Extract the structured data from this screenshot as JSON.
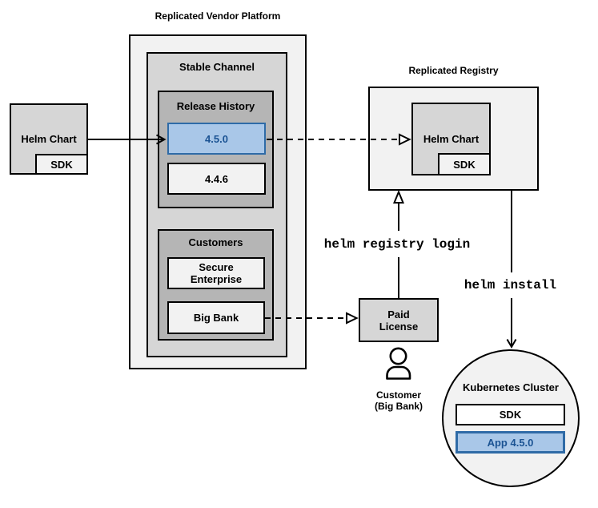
{
  "colors": {
    "light_gray": "#f2f2f2",
    "mid_gray": "#d6d6d6",
    "dark_gray": "#b5b5b5",
    "blue_fill": "#a9c7e8",
    "blue_border": "#2f6ba7",
    "blue_text": "#1b5393",
    "line": "#000000"
  },
  "vendor_platform": {
    "title": "Replicated Vendor Platform",
    "stable_channel": {
      "label": "Stable Channel",
      "release_history": {
        "label": "Release History",
        "releases": [
          {
            "version": "4.5.0",
            "highlighted": true
          },
          {
            "version": "4.4.6",
            "highlighted": false
          }
        ]
      },
      "customers": {
        "label": "Customers",
        "items": [
          {
            "name": "Secure Enterprise"
          },
          {
            "name": "Big Bank"
          }
        ]
      }
    }
  },
  "source_chart": {
    "label": "Helm Chart",
    "sdk_label": "SDK"
  },
  "registry": {
    "title": "Replicated Registry",
    "chart_label": "Helm Chart",
    "sdk_label": "SDK"
  },
  "paid_license": {
    "label": "Paid License"
  },
  "customer_caption": {
    "line1": "Customer",
    "line2": "(Big Bank)"
  },
  "commands": {
    "registry_login": "helm registry login",
    "install": "helm install"
  },
  "cluster": {
    "label": "Kubernetes Cluster",
    "sdk_label": "SDK",
    "app_label": "App 4.5.0"
  }
}
